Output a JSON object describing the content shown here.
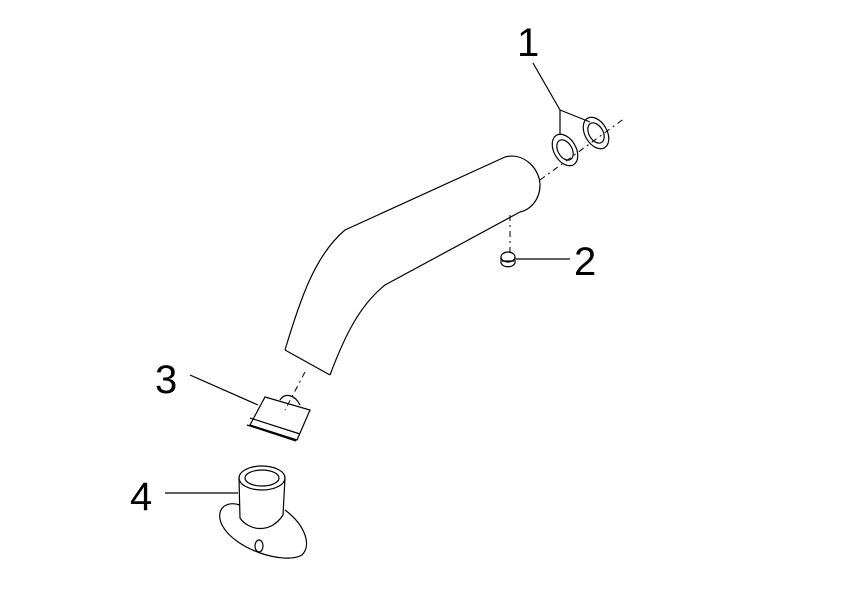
{
  "diagram": {
    "callouts": [
      {
        "number": "1",
        "part": "o-rings"
      },
      {
        "number": "2",
        "part": "set-screw"
      },
      {
        "number": "3",
        "part": "aerator"
      },
      {
        "number": "4",
        "part": "aerator-key"
      }
    ],
    "colors": {
      "line": "#000000",
      "background": "#ffffff"
    }
  }
}
